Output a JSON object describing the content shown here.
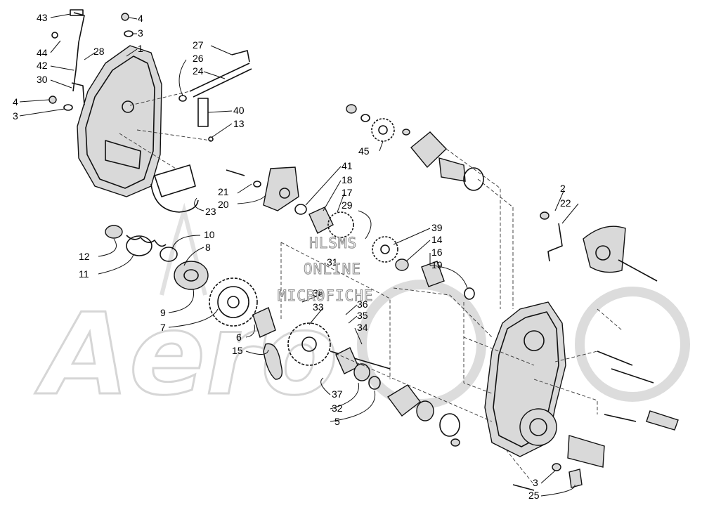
{
  "diagram": {
    "callouts": [
      "43",
      "4",
      "3",
      "1",
      "44",
      "28",
      "42",
      "30",
      "4",
      "3",
      "27",
      "26",
      "24",
      "40",
      "13",
      "45",
      "21",
      "20",
      "41",
      "18",
      "17",
      "29",
      "23",
      "2",
      "22",
      "10",
      "12",
      "8",
      "11",
      "39",
      "14",
      "16",
      "19",
      "9",
      "7",
      "38",
      "33",
      "31",
      "36",
      "35",
      "34",
      "6",
      "15",
      "37",
      "32",
      "5",
      "3",
      "25"
    ]
  },
  "watermark": {
    "lines": [
      "HLSMS",
      "ONLINE",
      "MICROFICHE"
    ],
    "logo_text": "Aero"
  }
}
